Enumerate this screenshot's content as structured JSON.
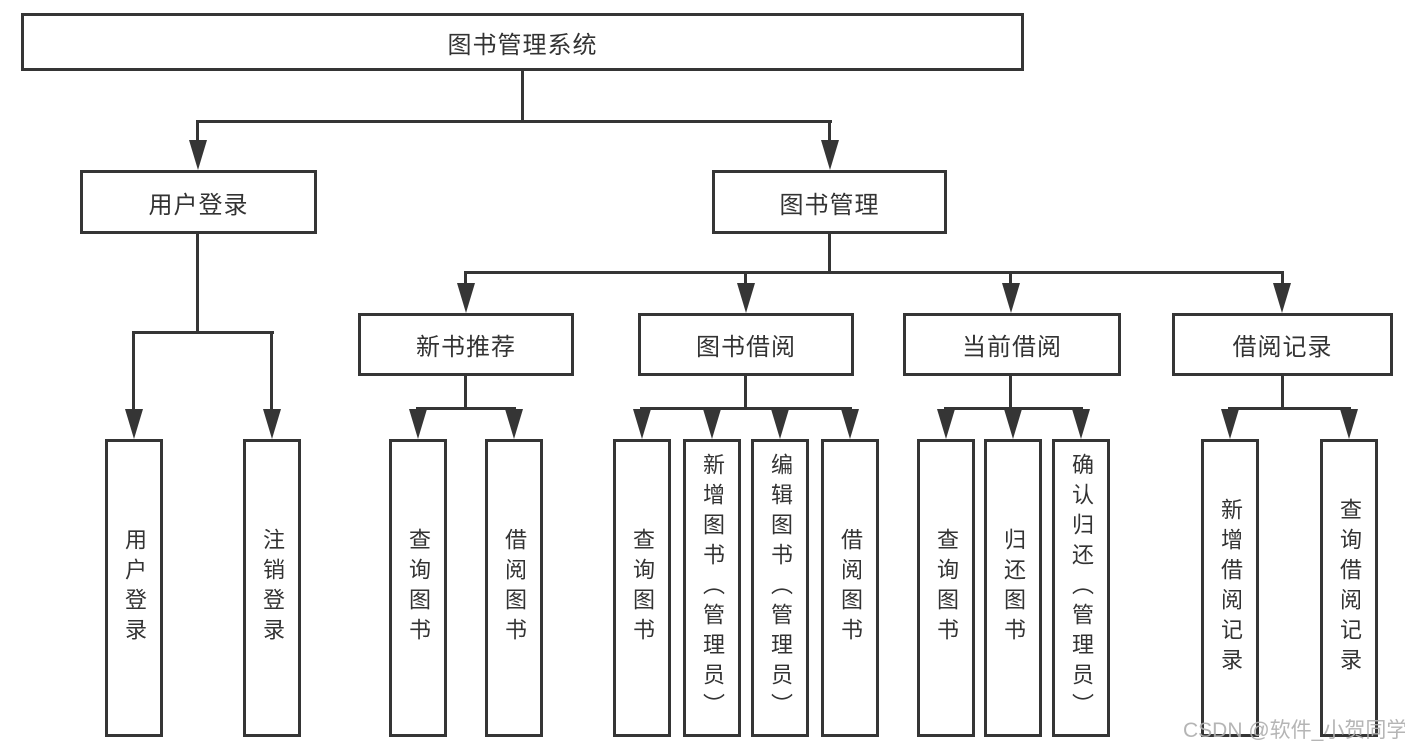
{
  "diagram": {
    "root": {
      "label": "图书管理系统"
    },
    "branches": [
      {
        "label": "用户登录",
        "children": [
          {
            "label": "用户登录"
          },
          {
            "label": "注销登录"
          }
        ]
      },
      {
        "label": "图书管理",
        "children": [
          {
            "label": "新书推荐",
            "children": [
              {
                "label": "查询图书"
              },
              {
                "label": "借阅图书"
              }
            ]
          },
          {
            "label": "图书借阅",
            "children": [
              {
                "label": "查询图书"
              },
              {
                "label": "新增图书（管理员）"
              },
              {
                "label": "编辑图书（管理员）"
              },
              {
                "label": "借阅图书"
              }
            ]
          },
          {
            "label": "当前借阅",
            "children": [
              {
                "label": "查询图书"
              },
              {
                "label": "归还图书"
              },
              {
                "label": "确认归还（管理员）"
              }
            ]
          },
          {
            "label": "借阅记录",
            "children": [
              {
                "label": "新增借阅记录"
              },
              {
                "label": "查询借阅记录"
              }
            ]
          }
        ]
      }
    ]
  },
  "watermark": {
    "text": "CSDN @软件_小贺同学"
  },
  "colors": {
    "line": "#353535",
    "text": "#333333",
    "box_fill": "#ffffff",
    "background": "#ffffff",
    "watermark": "#afafaf"
  }
}
